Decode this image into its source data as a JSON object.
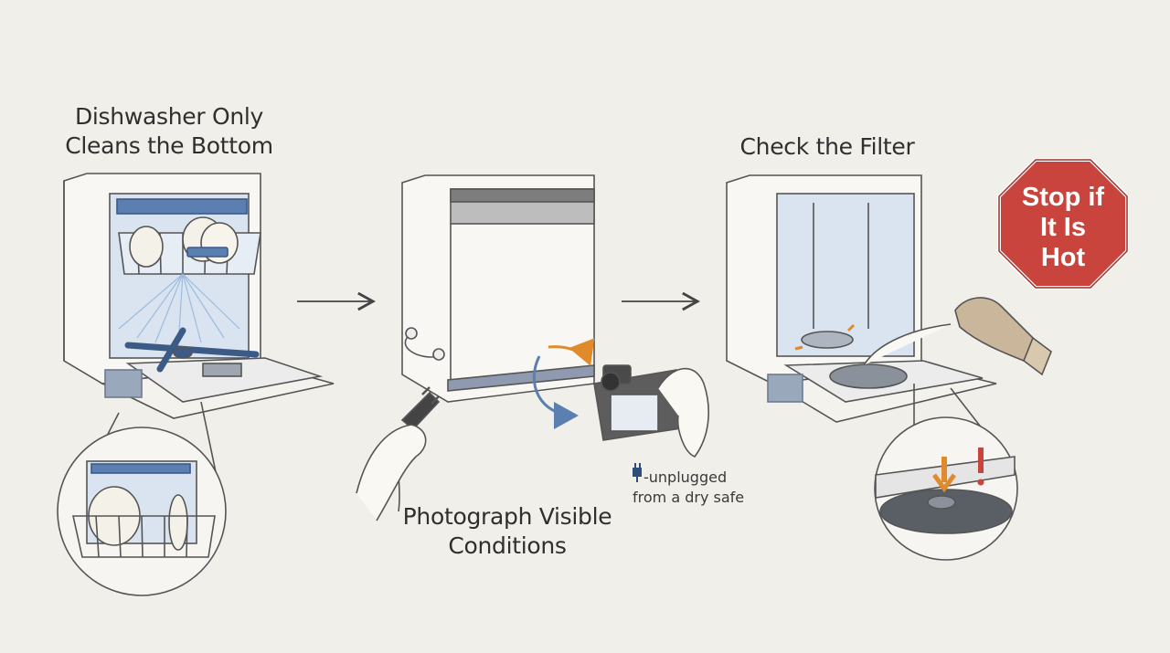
{
  "steps": [
    {
      "title_lines": [
        "Dishwasher Only",
        "Cleans the Bottom"
      ]
    },
    {
      "title_lines": [
        "Photograph Visible",
        "Conditions"
      ],
      "note_lines": [
        "-unplugged",
        "from a dry safe"
      ],
      "note_icon": "plug-icon"
    },
    {
      "title_lines": [
        "Check the Filter"
      ]
    }
  ],
  "warning_sign": {
    "lines": [
      "Stop if",
      "It Is",
      "Hot"
    ],
    "color": "#c9443c"
  },
  "colors": {
    "background": "#f1efe9",
    "line": "#4a4a4a",
    "accent_blue": "#5b7fb0",
    "accent_orange": "#e08a2c",
    "warning_red": "#c9443c"
  }
}
